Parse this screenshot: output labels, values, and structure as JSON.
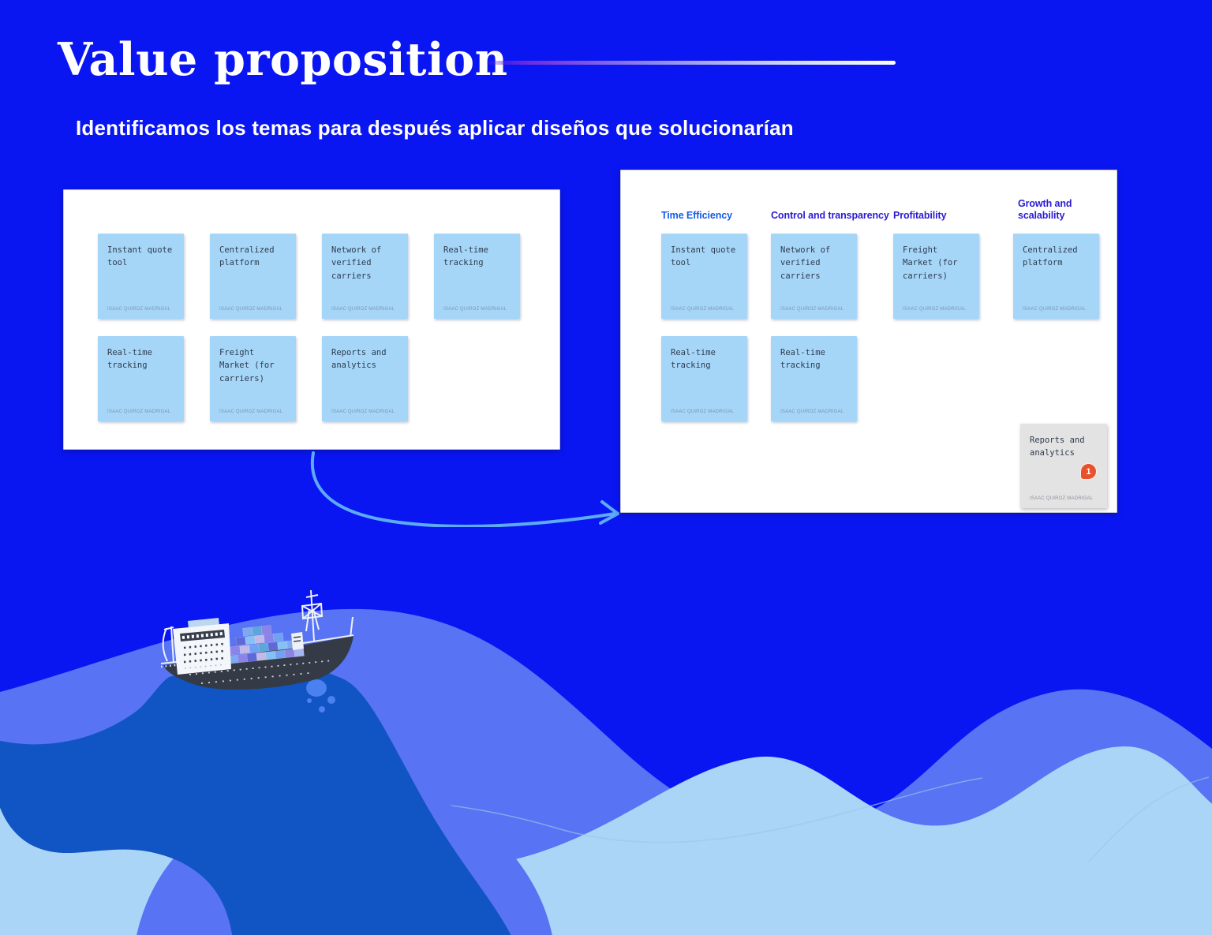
{
  "header": {
    "title": "Value proposition",
    "subtitle": "Identificamos los temas para después aplicar diseños que solucionarían"
  },
  "author_label": "ISAAC QUIROZ MADRIGAL",
  "left_board": {
    "notes": [
      {
        "text": "Instant quote tool"
      },
      {
        "text": "Centralized platform"
      },
      {
        "text": "Network of verified carriers"
      },
      {
        "text": "Real-time tracking"
      },
      {
        "text": "Real-time tracking"
      },
      {
        "text": "Freight Market (for carriers)"
      },
      {
        "text": "Reports and analytics"
      }
    ]
  },
  "right_board": {
    "columns": [
      {
        "label": "Time Efficiency",
        "label_color": "#145ce8",
        "notes": [
          {
            "text": "Instant quote tool"
          },
          {
            "text": "Real-time tracking"
          }
        ]
      },
      {
        "label": "Control and transparency",
        "label_color": "#2a1bd4",
        "notes": [
          {
            "text": "Network of verified carriers"
          },
          {
            "text": "Real-time tracking"
          }
        ]
      },
      {
        "label": "Profitability",
        "label_color": "#2a1bd4",
        "notes": [
          {
            "text": "Freight Market (for carriers)"
          }
        ]
      },
      {
        "label": "Growth and scalability",
        "label_color": "#2a1bd4",
        "notes": [
          {
            "text": "Centralized platform"
          }
        ]
      }
    ],
    "floating_note": {
      "text": "Reports and analytics",
      "badge": "1"
    }
  },
  "colors": {
    "background": "#0a16f2",
    "panel": "#ffffff",
    "sticky": "#a5d6f8",
    "sticky_text": "#2f3b4d",
    "author_text": "#7e96ae",
    "wave_periwinkle": "#5873f3",
    "wave_light": "#abd5f6",
    "wave_dark": "#1154c4",
    "arrow": "#5cabf5",
    "badge": "#e8512c",
    "divider_start": "#6d2ae2",
    "divider_end": "#ffffff",
    "floating_note_bg": "#e3e3e3",
    "ship_hull": "#343b47"
  }
}
